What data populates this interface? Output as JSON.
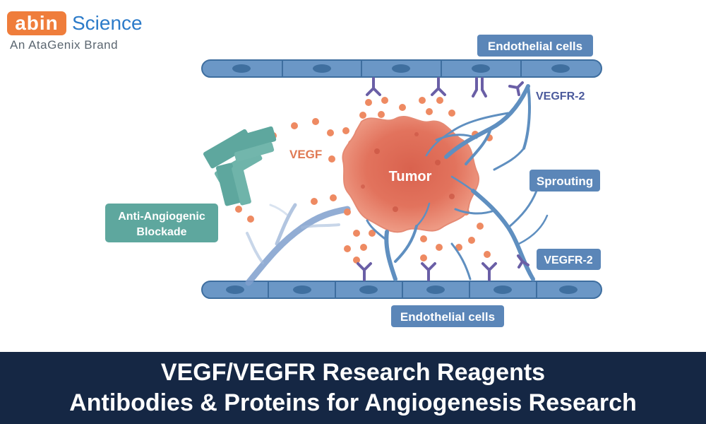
{
  "logo": {
    "brand_abin": "abin",
    "brand_science": "Science",
    "tagline": "An AtaGenix Brand"
  },
  "diagram": {
    "label_endothelial_top": "Endothelial cells",
    "label_endothelial_bottom": "Endothelial cells",
    "label_vegfr2_top": "VEGFR-2",
    "label_vegfr2_bottom": "VEGFR-2",
    "label_sprouting": "Sprouting",
    "label_tumor": "Tumor",
    "label_vegf": "VEGF",
    "label_blockade_line1": "Anti-Angiogenic",
    "label_blockade_line2": "Blockade"
  },
  "banner": {
    "line1": "VEGF/VEGFR Research Reagents",
    "line2": "Antibodies & Proteins for Angiogenesis Research"
  },
  "colors": {
    "vessel_blue": "#5f8fc0",
    "tumor_orange": "#e57a64",
    "vegf_dot": "#ee8a62",
    "antibody_teal": "#5aa39a",
    "banner_navy": "#152744",
    "logo_orange": "#ef7d3b",
    "logo_blue": "#2c7bc9"
  }
}
